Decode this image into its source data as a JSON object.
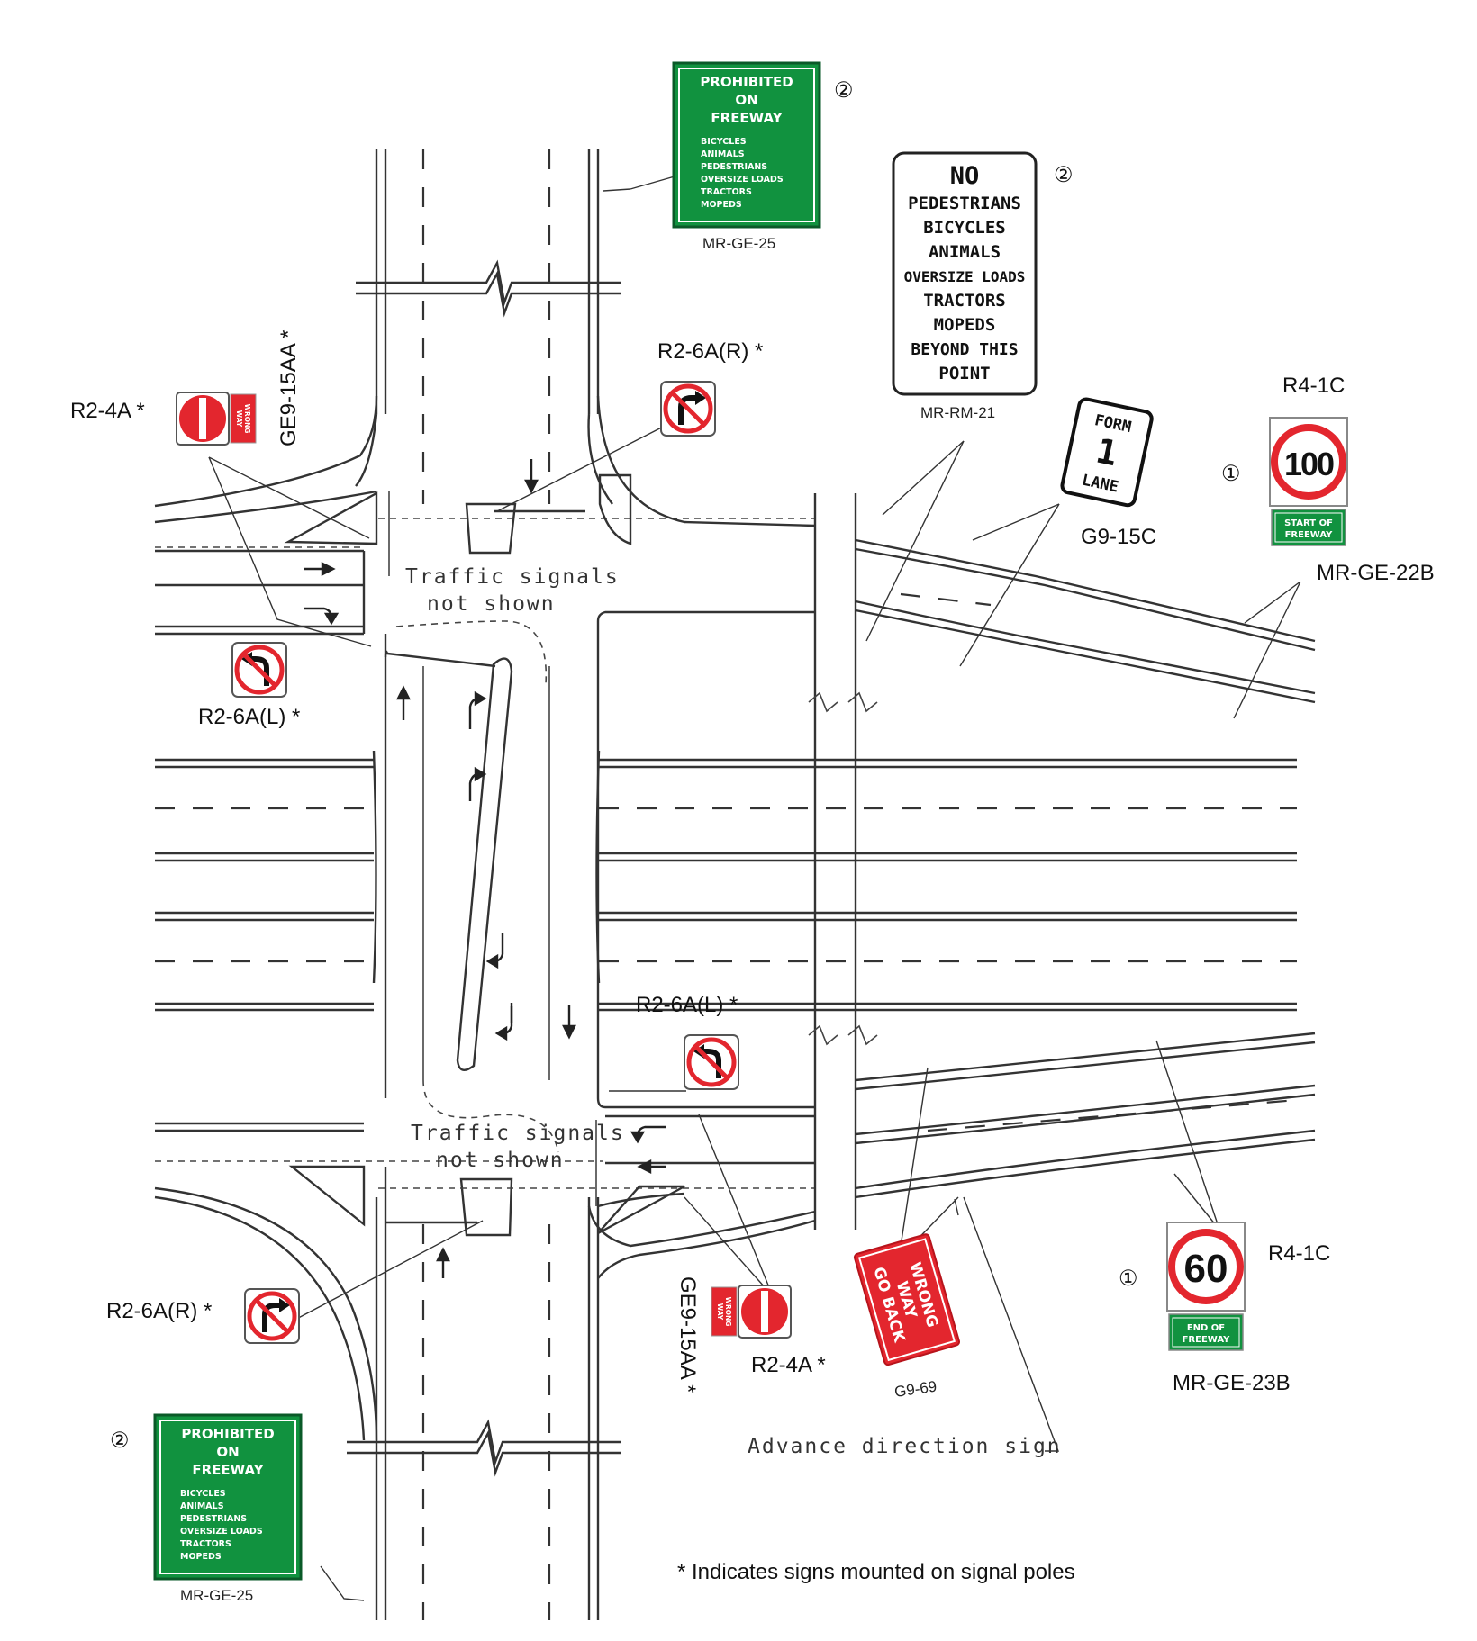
{
  "colors": {
    "green_sign": "#11923f",
    "red_sign": "#e3262e",
    "road_line": "#333333"
  },
  "signs": {
    "prohibited_top": {
      "head": [
        "PROHIBITED",
        "ON",
        "FREEWAY"
      ],
      "items": [
        "BICYCLES",
        "ANIMALS",
        "PEDESTRIANS",
        "OVERSIZE LOADS",
        "TRACTORS",
        "MOPEDS"
      ],
      "code": "MR-GE-25",
      "circle": "②"
    },
    "prohibited_bottom": {
      "head": [
        "PROHIBITED",
        "ON",
        "FREEWAY"
      ],
      "items": [
        "BICYCLES",
        "ANIMALS",
        "PEDESTRIANS",
        "OVERSIZE LOADS",
        "TRACTORS",
        "MOPEDS"
      ],
      "code": "MR-GE-25",
      "circle": "②"
    },
    "no_pedestrians": {
      "lines": [
        "NO",
        "PEDESTRIANS",
        "BICYCLES",
        "ANIMALS",
        "OVERSIZE LOADS",
        "TRACTORS",
        "MOPEDS",
        "BEYOND THIS",
        "POINT"
      ],
      "code": "MR-RM-21",
      "circle": "②"
    },
    "form_one_lane": {
      "l1": "FORM",
      "l2": "1",
      "l3": "LANE",
      "code": "G9-15C"
    },
    "speed_100": {
      "value": "100",
      "plate": [
        "START OF",
        "FREEWAY"
      ],
      "code": "R4-1C",
      "plate_code": "MR-GE-22B",
      "circle": "①"
    },
    "speed_60": {
      "value": "60",
      "plate": [
        "END OF",
        "FREEWAY"
      ],
      "code": "R4-1C",
      "plate_code": "MR-GE-23B",
      "circle": "①"
    },
    "no_entry_top": {
      "code": "R2-4A *",
      "wrong_way": [
        "WRONG",
        "WAY"
      ],
      "plate_code": "GE9-15AA *"
    },
    "no_entry_bottom": {
      "code": "R2-4A *",
      "wrong_way": [
        "WRONG",
        "WAY"
      ],
      "plate_code": "GE9-15AA *"
    },
    "no_right_top": {
      "code": "R2-6A(R) *"
    },
    "no_left_top": {
      "code": "R2-6A(L) *"
    },
    "no_left_bottom": {
      "code": "R2-6A(L) *"
    },
    "no_right_bottom": {
      "code": "R2-6A(R) *"
    },
    "wrong_way_go_back": {
      "lines": [
        "WRONG",
        "WAY",
        "GO BACK"
      ],
      "code": "G9-69"
    }
  },
  "annotations": {
    "signals_top": [
      "Traffic signals",
      "not shown"
    ],
    "signals_bottom": [
      "Traffic signals",
      "not shown"
    ],
    "advance_direction": "Advance direction sign",
    "footnote": "* Indicates signs mounted on signal poles"
  }
}
